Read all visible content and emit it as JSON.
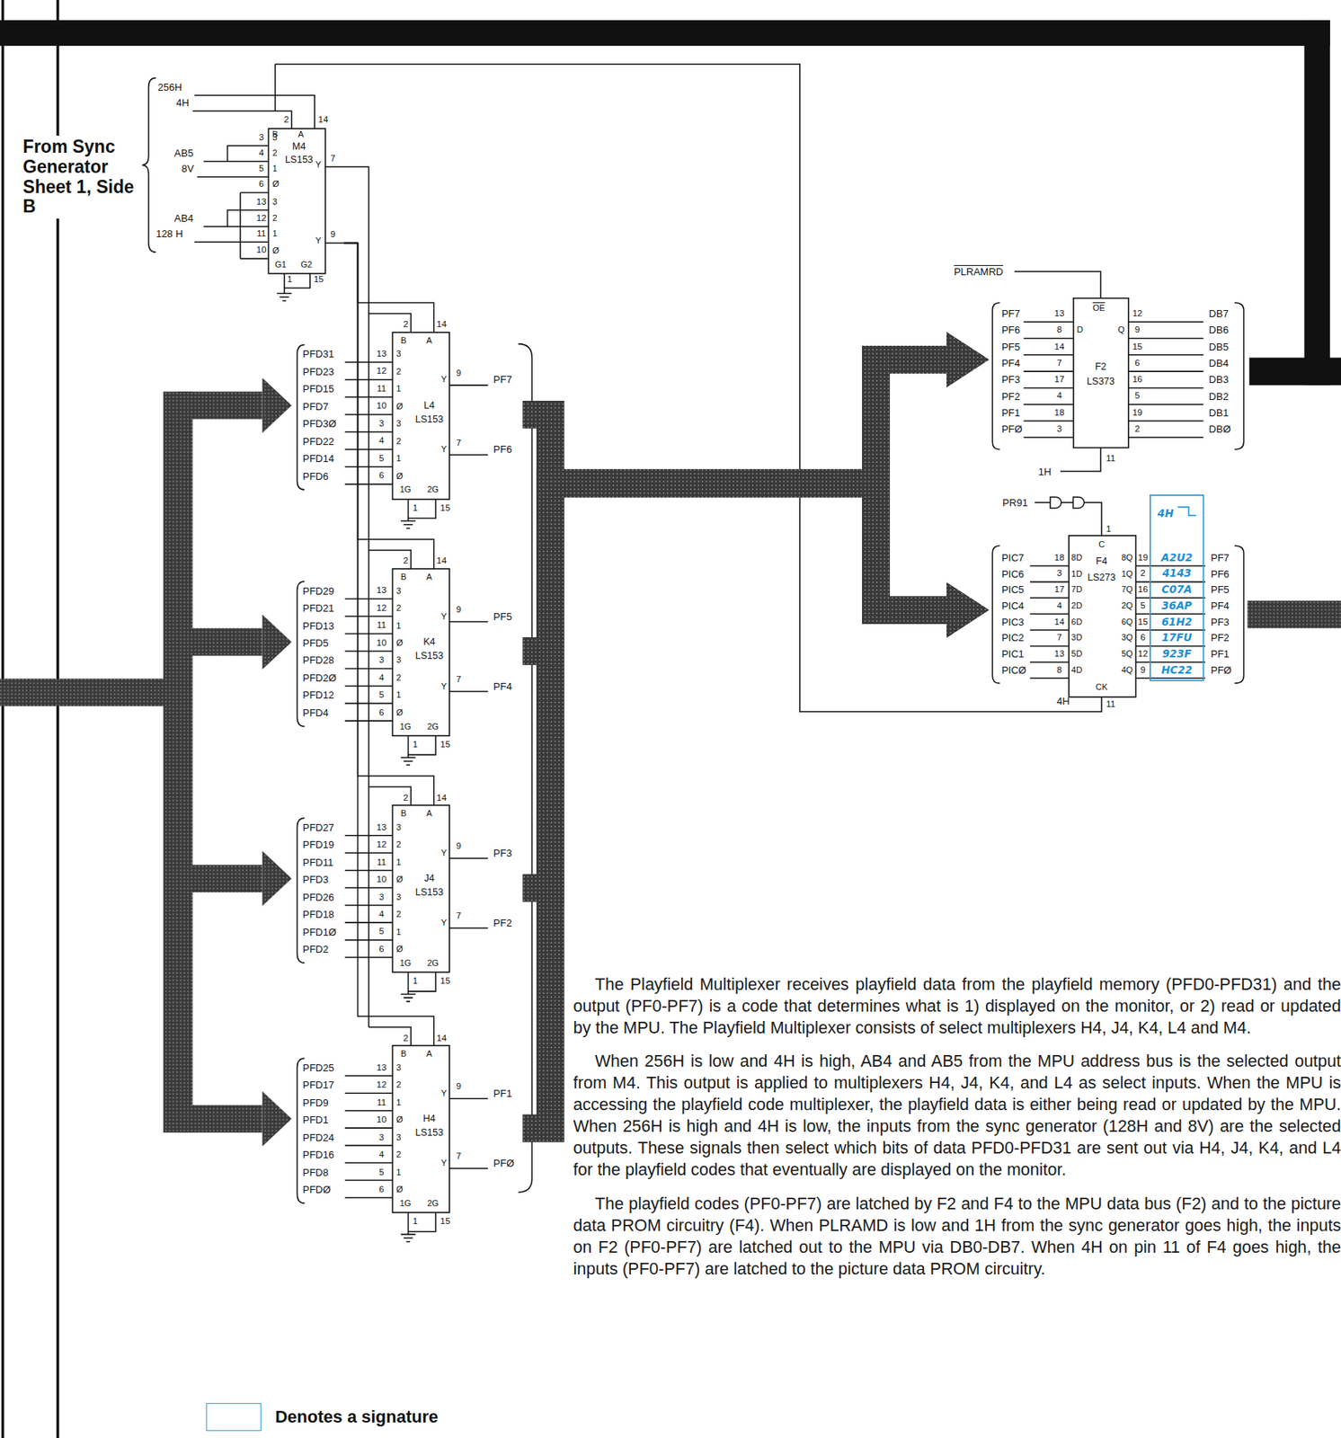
{
  "diagram": {
    "nodes": [
      {
        "text": [
          "M4",
          "LS153"
        ]
      },
      {
        "text": [
          "L4",
          "LS153"
        ]
      },
      {
        "text": [
          "K4",
          "LS153"
        ]
      },
      {
        "text": [
          "J4",
          "LS153"
        ]
      },
      {
        "text": [
          "H4",
          "LS153"
        ]
      },
      {
        "text": [
          "F2",
          "LS373"
        ]
      },
      {
        "text": [
          "F4",
          "LS273"
        ]
      }
    ],
    "edges": [
      {
        "from": 0,
        "to": 1,
        "arrow": "none"
      },
      {
        "from": 0,
        "to": 2,
        "arrow": "none"
      },
      {
        "from": 0,
        "to": 3,
        "arrow": "none"
      },
      {
        "from": 0,
        "to": 4,
        "arrow": "none"
      },
      {
        "from": 1,
        "to": 5,
        "arrow": "to"
      },
      {
        "from": 1,
        "to": 6,
        "arrow": "to"
      },
      {
        "from": 2,
        "to": 5,
        "arrow": "to"
      },
      {
        "from": 2,
        "to": 6,
        "arrow": "to"
      },
      {
        "from": 3,
        "to": 5,
        "arrow": "to"
      },
      {
        "from": 3,
        "to": 6,
        "arrow": "to"
      },
      {
        "from": 4,
        "to": 5,
        "arrow": "to"
      },
      {
        "from": 4,
        "to": 6,
        "arrow": "to"
      }
    ],
    "labels": [
      "From Sync Generator Sheet 1, Side B",
      "256H",
      "4H",
      "AB5",
      "8V",
      "AB4",
      "128 H",
      "2",
      "14",
      "B",
      "A",
      "3",
      "4",
      "5",
      "6",
      "13",
      "12",
      "11",
      "10",
      "3",
      "2",
      "1",
      "Ø",
      "3",
      "2",
      "1",
      "Ø",
      "Y",
      "7",
      "Y",
      "9",
      "G1",
      "G2",
      "1",
      "15",
      "PFD31",
      "13",
      "3",
      "PFD23",
      "12",
      "2",
      "PFD15",
      "11",
      "1",
      "PFD7",
      "10",
      "Ø",
      "PFD3Ø",
      "3",
      "3",
      "PFD22",
      "4",
      "2",
      "PFD14",
      "5",
      "1",
      "PFD6",
      "6",
      "Ø",
      "2",
      "14",
      "B",
      "A",
      "Y",
      "9",
      "PF7",
      "Y",
      "7",
      "PF6",
      "1G",
      "2G",
      "1",
      "15",
      "PFD29",
      "13",
      "3",
      "PFD21",
      "12",
      "2",
      "PFD13",
      "11",
      "1",
      "PFD5",
      "10",
      "Ø",
      "PFD28",
      "3",
      "3",
      "PFD2Ø",
      "4",
      "2",
      "PFD12",
      "5",
      "1",
      "PFD4",
      "6",
      "Ø",
      "2",
      "14",
      "B",
      "A",
      "Y",
      "9",
      "PF5",
      "Y",
      "7",
      "PF4",
      "1G",
      "2G",
      "1",
      "15",
      "PFD27",
      "13",
      "3",
      "PFD19",
      "12",
      "2",
      "PFD11",
      "11",
      "1",
      "PFD3",
      "10",
      "Ø",
      "PFD26",
      "3",
      "3",
      "PFD18",
      "4",
      "2",
      "PFD1Ø",
      "5",
      "1",
      "PFD2",
      "6",
      "Ø",
      "2",
      "14",
      "B",
      "A",
      "Y",
      "9",
      "PF3",
      "Y",
      "7",
      "PF2",
      "1G",
      "2G",
      "1",
      "15",
      "PFD25",
      "13",
      "3",
      "PFD17",
      "12",
      "2",
      "PFD9",
      "11",
      "1",
      "PFD1",
      "10",
      "Ø",
      "PFD24",
      "3",
      "3",
      "PFD16",
      "4",
      "2",
      "PFD8",
      "5",
      "1",
      "PFDØ",
      "6",
      "Ø",
      "2",
      "14",
      "B",
      "A",
      "Y",
      "9",
      "PF1",
      "Y",
      "7",
      "PFØ",
      "1G",
      "2G",
      "1",
      "15",
      "PLRAMRD",
      "OE",
      "PF7",
      "13",
      "12",
      "DB7",
      "PF6",
      "8",
      "9",
      "DB6",
      "PF5",
      "14",
      "15",
      "DB5",
      "PF4",
      "7",
      "6",
      "DB4",
      "PF3",
      "17",
      "16",
      "DB3",
      "PF2",
      "4",
      "5",
      "DB2",
      "PF1",
      "18",
      "19",
      "DB1",
      "PFØ",
      "3",
      "2",
      "DBØ",
      "D",
      "Q",
      "11",
      "1H",
      "PR91",
      "4H",
      "C",
      "1",
      "PIC7",
      "18",
      "8D",
      "8Q",
      "19",
      "A2U2",
      "PF7",
      "PIC6",
      "3",
      "1D",
      "1Q",
      "2",
      "4143",
      "PF6",
      "PIC5",
      "17",
      "7D",
      "7Q",
      "16",
      "C07A",
      "PF5",
      "PIC4",
      "4",
      "2D",
      "2Q",
      "5",
      "36AP",
      "PF4",
      "PIC3",
      "14",
      "6D",
      "6Q",
      "15",
      "61H2",
      "PF3",
      "PIC2",
      "7",
      "3D",
      "3Q",
      "6",
      "17FU",
      "PF2",
      "PIC1",
      "13",
      "5D",
      "5Q",
      "12",
      "923F",
      "PF1",
      "PICØ",
      "8",
      "4D",
      "4Q",
      "9",
      "HC22",
      "PFØ",
      "CK",
      "11",
      "4H",
      "The Playfield Multiplexer receives playfield data from the playfield memory (PFD0-PFD31) and the output (PF0-PF7) is a code that determines what is 1) displayed on the monitor, or 2) read or updated by the MPU. The Playfield Multiplexer consists of select multiplexers H4, J4, K4, L4 and M4.",
      "When 256H is low and 4H is high, AB4 and AB5 from the MPU address bus is the selected output from M4. This output is applied to multiplexers H4, J4, K4, and L4 as select inputs. When the MPU is accessing the playfield code multiplexer, the playfield data is either being read or updated by the MPU. When 256H is high and 4H is low, the inputs from the sync generator (128H and 8V) are the selected outputs. These signals then select which bits of data PFD0-PFD31 are sent out via H4, J4, K4, and L4 for the playfield codes that eventually are displayed on the monitor.",
      "The playfield codes (PF0-PF7) are latched by F2 and F4 to the MPU data bus (F2) and to the picture data PROM circuitry (F4). When PLRAMD is low and 1H from the sync generator goes high, the inputs on F2 (PF0-PF7) are latched out to the MPU via DB0-DB7. When 4H on pin 11 of F4 goes high, the inputs (PF0-PF7) are latched to the picture data PROM circuitry."
    ],
    "legend": [
      {
        "text": "Denotes a signature"
      }
    ]
  }
}
